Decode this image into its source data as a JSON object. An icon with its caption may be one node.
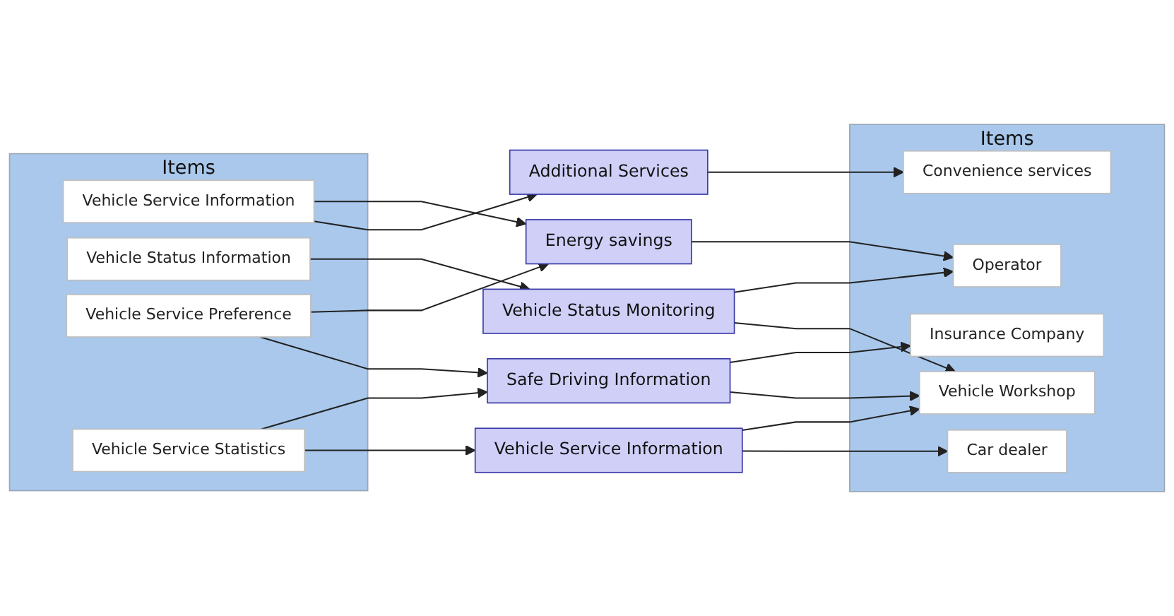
{
  "diagram": {
    "nodes": [
      {
        "text": [
          "Items"
        ]
      },
      {
        "text": [
          "Vehicle Service Information"
        ],
        "in": 0
      },
      {
        "text": [
          "Vehicle Status Information"
        ],
        "in": 0
      },
      {
        "text": [
          "Vehicle Service Preference"
        ],
        "in": 0
      },
      {
        "text": [
          "Vehicle Service Statistics"
        ],
        "in": 0
      },
      {
        "text": [
          "Energy savings"
        ]
      },
      {
        "text": [
          "Vehicle Status Monitoring"
        ]
      },
      {
        "text": [
          "Safe Driving Information"
        ]
      },
      {
        "text": [
          "Additional Services"
        ]
      },
      {
        "text": [
          "Vehicle Service Information"
        ]
      },
      {
        "text": [
          "Items"
        ]
      },
      {
        "text": [
          "Insurance Company"
        ],
        "in": 10
      },
      {
        "text": [
          "Operator"
        ],
        "in": 10
      },
      {
        "text": [
          "Convenience services"
        ],
        "in": 10
      },
      {
        "text": [
          "Vehicle Workshop"
        ],
        "in": 10
      },
      {
        "text": [
          "Car dealer"
        ],
        "in": 10
      }
    ],
    "edges": [
      {
        "from": 1,
        "to": 5,
        "arrow": "to"
      },
      {
        "from": 1,
        "to": 8,
        "arrow": "to"
      },
      {
        "from": 2,
        "to": 6,
        "arrow": "to"
      },
      {
        "from": 3,
        "to": 5,
        "arrow": "to"
      },
      {
        "from": 3,
        "to": 7,
        "arrow": "to"
      },
      {
        "from": 4,
        "to": 7,
        "arrow": "to"
      },
      {
        "from": 4,
        "to": 9,
        "arrow": "to"
      },
      {
        "from": 5,
        "to": 12,
        "arrow": "to"
      },
      {
        "from": 6,
        "to": 12,
        "arrow": "to"
      },
      {
        "from": 6,
        "to": 14,
        "arrow": "to"
      },
      {
        "from": 7,
        "to": 11,
        "arrow": "to"
      },
      {
        "from": 7,
        "to": 14,
        "arrow": "to"
      },
      {
        "from": 8,
        "to": 13,
        "arrow": "to"
      },
      {
        "from": 9,
        "to": 14,
        "arrow": "to"
      },
      {
        "from": 9,
        "to": 15,
        "arrow": "to"
      }
    ]
  }
}
